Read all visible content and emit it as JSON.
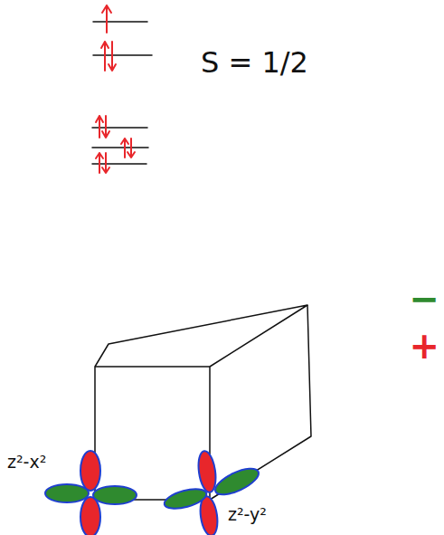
{
  "diagram": {
    "labels": [
      "S = 1/2",
      "z²-x²",
      "z²-y²"
    ],
    "legend": [
      {
        "text": "−",
        "color": "#2f8a2f"
      },
      {
        "text": "+",
        "color": "#e8262b"
      }
    ]
  }
}
